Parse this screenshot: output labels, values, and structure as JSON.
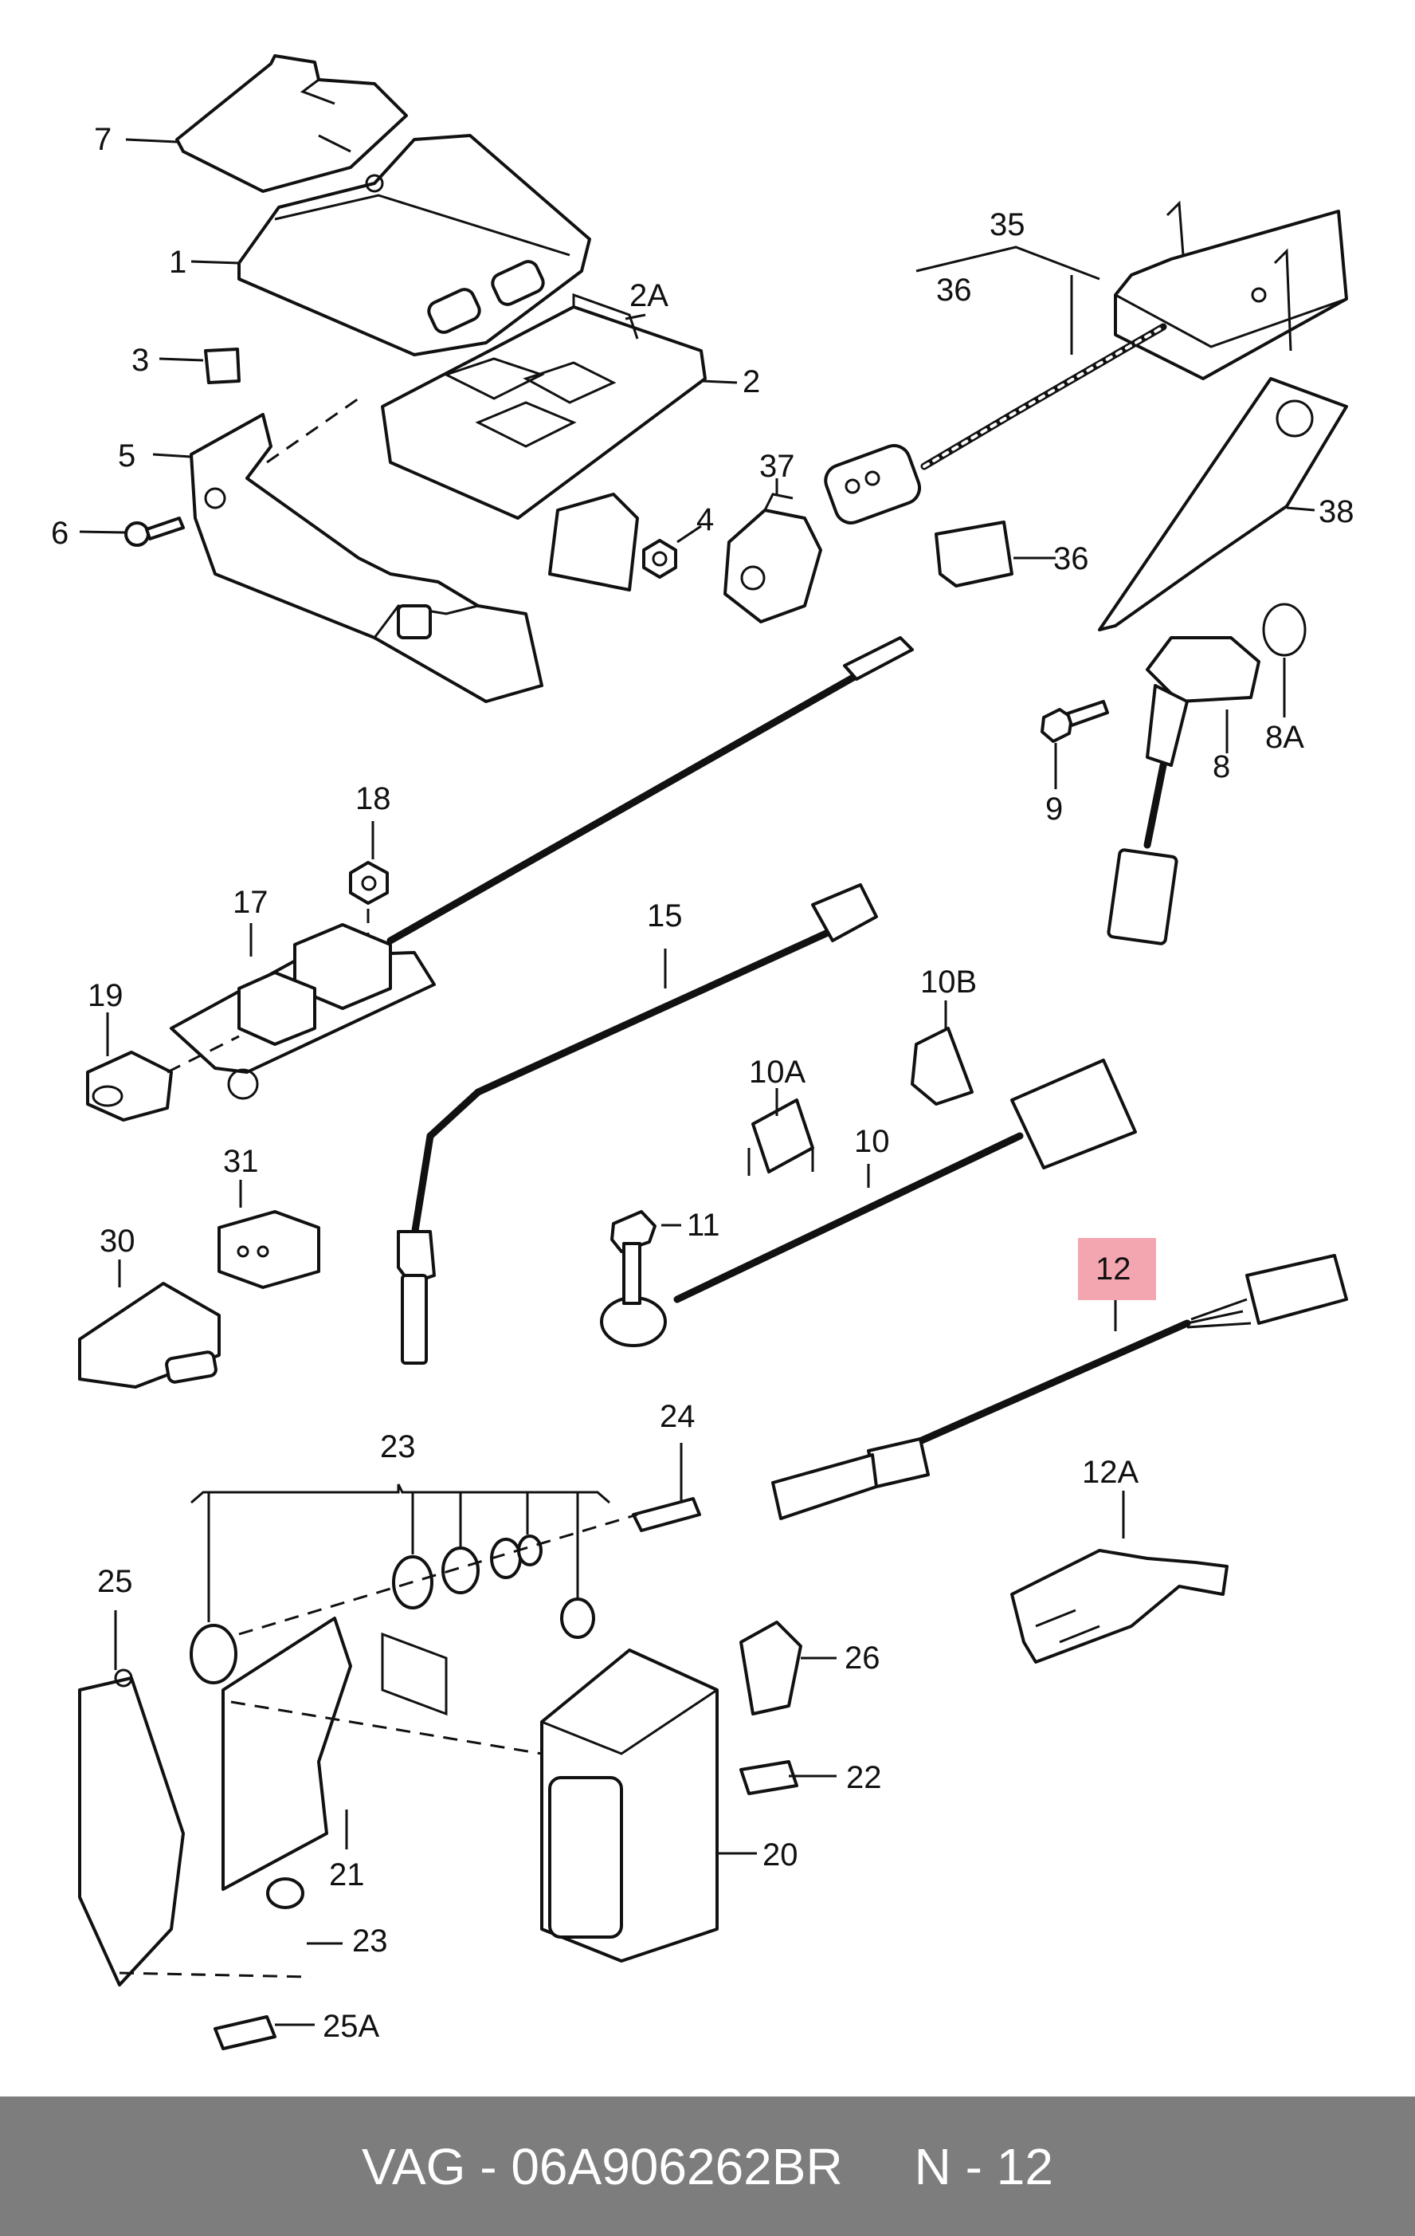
{
  "diagram": {
    "highlight_color": "#f4a6b0",
    "highlighted_part": "12",
    "labels": {
      "p1": "1",
      "p2": "2",
      "p2A": "2A",
      "p3": "3",
      "p4": "4",
      "p5": "5",
      "p6": "6",
      "p7": "7",
      "p8": "8",
      "p8A": "8A",
      "p9": "9",
      "p10": "10",
      "p10A": "10A",
      "p10B": "10B",
      "p11": "11",
      "p12": "12",
      "p12A": "12A",
      "p15": "15",
      "p17": "17",
      "p18": "18",
      "p19": "19",
      "p20": "20",
      "p21": "21",
      "p22": "22",
      "p23a": "23",
      "p23b": "23",
      "p24": "24",
      "p25": "25",
      "p25A": "25A",
      "p26": "26",
      "p30": "30",
      "p31": "31",
      "p35": "35",
      "p36a": "36",
      "p36b": "36",
      "p37": "37",
      "p38": "38"
    }
  },
  "footer": {
    "brand_part": "VAG - 06A906262BR",
    "ref": "N - 12",
    "background": "#7d7d7d"
  }
}
